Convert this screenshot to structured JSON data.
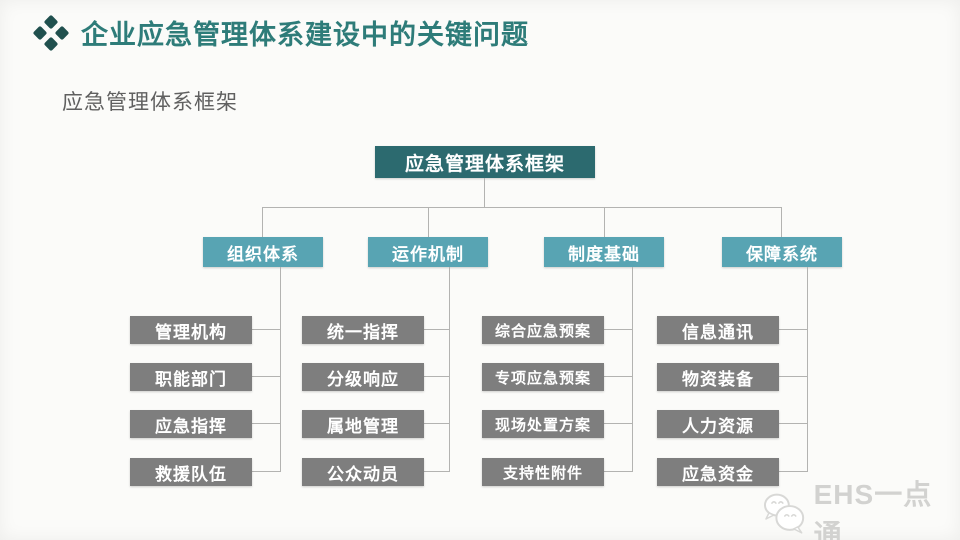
{
  "header": {
    "title": "企业应急管理体系建设中的关键问题",
    "icon": "diamond-cluster-icon"
  },
  "subtitle": "应急管理体系框架",
  "diagram": {
    "root": "应急管理体系框架",
    "columns": [
      {
        "header": "组织体系",
        "items": [
          "管理机构",
          "职能部门",
          "应急指挥",
          "救援队伍"
        ]
      },
      {
        "header": "运作机制",
        "items": [
          "统一指挥",
          "分级响应",
          "属地管理",
          "公众动员"
        ]
      },
      {
        "header": "制度基础",
        "items": [
          "综合应急预案",
          "专项应急预案",
          "现场处置方案",
          "支持性附件"
        ]
      },
      {
        "header": "保障系统",
        "items": [
          "信息通讯",
          "物资装备",
          "人力资源",
          "应急资金"
        ]
      }
    ]
  },
  "watermark": {
    "text": "EHS一点通",
    "icon": "chat-bubbles-icon"
  },
  "colors": {
    "title_teal": "#2e7c79",
    "icon_teal": "#20504e",
    "root_box": "#2c6a6f",
    "level2_box": "#58a4b3",
    "item_box": "#7e7e7e",
    "connector_line": "#b3b3b1",
    "subtitle_gray": "#606060",
    "watermark_gray": "#d2d2d0",
    "background": "#fbfbf9"
  }
}
